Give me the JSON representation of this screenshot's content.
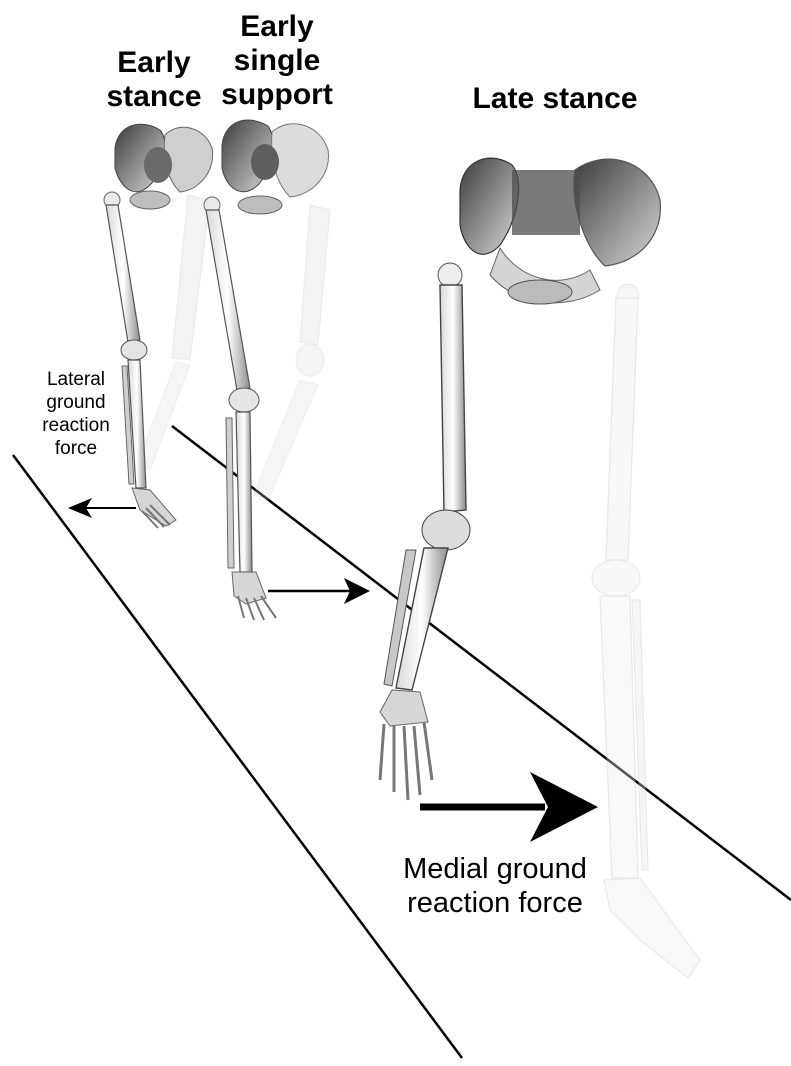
{
  "titles": {
    "early_stance": [
      "Early",
      "stance"
    ],
    "early_single_support": [
      "Early",
      "single",
      "support"
    ],
    "late_stance": "Late stance"
  },
  "annotations": {
    "lateral_force": [
      "Lateral",
      "ground",
      "reaction",
      "force"
    ],
    "medial_force": [
      "Medial ground",
      "reaction force"
    ]
  },
  "colors": {
    "bone_dark": "#5a5a5a",
    "bone_mid": "#9a9a9a",
    "bone_light": "#e6e6e6",
    "bone_outline": "#6e6e6e",
    "line": "#000000"
  }
}
